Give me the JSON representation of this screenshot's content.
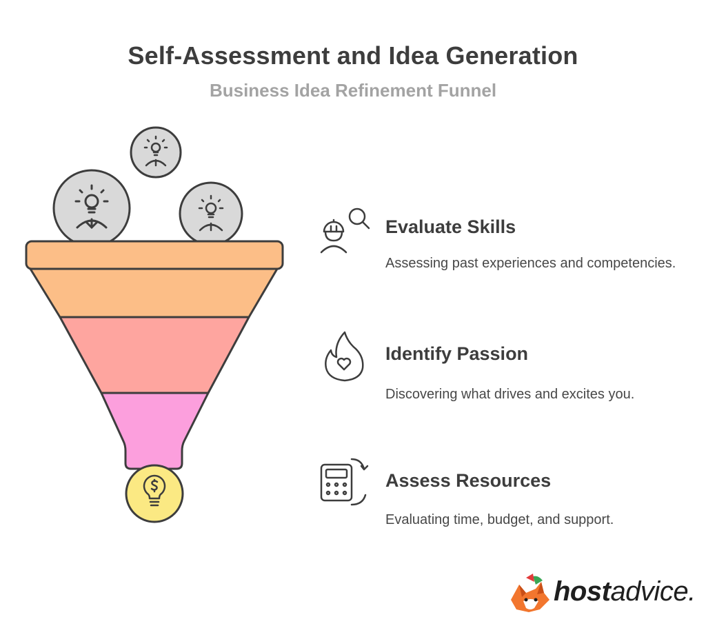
{
  "title": "Self-Assessment and Idea Generation",
  "subtitle": "Business Idea Refinement Funnel",
  "items": [
    {
      "title": "Evaluate Skills",
      "description": "Assessing past experiences and competencies.",
      "icon": "worker-search-icon"
    },
    {
      "title": "Identify Passion",
      "description": "Discovering what drives and excites you.",
      "icon": "flame-heart-icon"
    },
    {
      "title": "Assess Resources",
      "description": "Evaluating time, budget, and support.",
      "icon": "calculator-cycle-icon"
    }
  ],
  "funnel": {
    "input_icons": [
      "idea-person-icon",
      "idea-person-icon",
      "idea-person-icon"
    ],
    "output_icon": "dollar-lightbulb-icon",
    "colors": {
      "rim": "#fcbe87",
      "middle": "#fea59f",
      "bottom": "#fc9fdd",
      "output": "#fbe983",
      "input": "#d9d9d9",
      "stroke": "#3d3d3d"
    }
  },
  "logo": {
    "brand_bold": "host",
    "brand_light": "advice.",
    "icon": "fox-logo-icon"
  }
}
